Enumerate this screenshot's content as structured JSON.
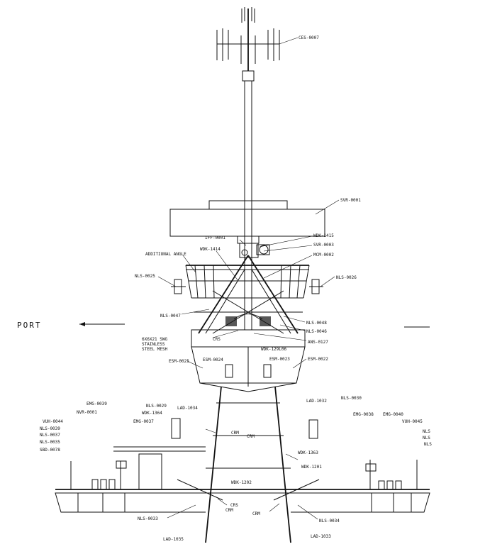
{
  "direction": {
    "label": "PORT"
  },
  "callouts": [
    {
      "id": "ces-0007",
      "text": "CES-0007"
    },
    {
      "id": "svr-0001",
      "text": "SVR-0001"
    },
    {
      "id": "iff-0001",
      "text": "IFF-0001"
    },
    {
      "id": "wdk-1415",
      "text": "WDK-1415"
    },
    {
      "id": "svr-0003",
      "text": "SVR-0003"
    },
    {
      "id": "wdk-1414",
      "text": "WDK-1414"
    },
    {
      "id": "mcm-0002",
      "text": "MCM-0002"
    },
    {
      "id": "additional-angle",
      "text": "ADDITIONAL ANGLE"
    },
    {
      "id": "nls-0025",
      "text": "NLS-0025"
    },
    {
      "id": "nls-0026",
      "text": "NLS-0026"
    },
    {
      "id": "nls-0047",
      "text": "NLS-0047"
    },
    {
      "id": "nls-0048",
      "text": "NLS-0048"
    },
    {
      "id": "nls-0046",
      "text": "NLS-0046"
    },
    {
      "id": "mesh-1",
      "text": "6X6X21 SWG"
    },
    {
      "id": "mesh-2",
      "text": "STAINLESS"
    },
    {
      "id": "mesh-3",
      "text": "STEEL MESH"
    },
    {
      "id": "crs-upper",
      "text": "CRS"
    },
    {
      "id": "ans-0127",
      "text": "ANS-0127"
    },
    {
      "id": "wdk-129106",
      "text": "WDK-129L06"
    },
    {
      "id": "esm-0025",
      "text": "ESM-0025"
    },
    {
      "id": "esm-0024",
      "text": "ESM-0024"
    },
    {
      "id": "esm-0023",
      "text": "ESM-0023"
    },
    {
      "id": "esm-0022",
      "text": "ESM-0022"
    },
    {
      "id": "emg-0039",
      "text": "EMG-0039"
    },
    {
      "id": "nls-0029",
      "text": "NLS-0029"
    },
    {
      "id": "lad-1034",
      "text": "LAD-1034"
    },
    {
      "id": "lad-1032",
      "text": "LAD-1032"
    },
    {
      "id": "nls-0030",
      "text": "NLS-0030"
    },
    {
      "id": "nvr-0001",
      "text": "NVR-0001"
    },
    {
      "id": "wdk-1364",
      "text": "WDK-1364"
    },
    {
      "id": "emg-0037",
      "text": "EMG-0037"
    },
    {
      "id": "emg-0038",
      "text": "EMG-0038"
    },
    {
      "id": "emg-0040",
      "text": "EMG-0040"
    },
    {
      "id": "vuh-0044",
      "text": "VUH-0044"
    },
    {
      "id": "vuh-0045",
      "text": "VUH-0045"
    },
    {
      "id": "nls-0039",
      "text": "NLS-0039"
    },
    {
      "id": "nls-0037",
      "text": "NLS-0037"
    },
    {
      "id": "nls-0035",
      "text": "NLS-0035"
    },
    {
      "id": "sbd-0078",
      "text": "SBD-0078"
    },
    {
      "id": "crm-1",
      "text": "CRM"
    },
    {
      "id": "crm-2",
      "text": "CRM"
    },
    {
      "id": "wdk-1363",
      "text": "WDK-1363"
    },
    {
      "id": "wdk-1202",
      "text": "WDK-1202"
    },
    {
      "id": "wdk-1201",
      "text": "WDK-1201"
    },
    {
      "id": "crs-lower",
      "text": "CRS"
    },
    {
      "id": "crm-3",
      "text": "CRM"
    },
    {
      "id": "crm-4",
      "text": "CRM"
    },
    {
      "id": "nls-0033",
      "text": "NLS-0033"
    },
    {
      "id": "nls-0034",
      "text": "NLS-0034"
    },
    {
      "id": "lad-1035",
      "text": "LAD-1035"
    },
    {
      "id": "lad-1033",
      "text": "LAD-1033"
    },
    {
      "id": "nls-r1",
      "text": "NLS"
    },
    {
      "id": "nls-r2",
      "text": "NLS"
    },
    {
      "id": "nls-r3",
      "text": "NLS"
    }
  ]
}
